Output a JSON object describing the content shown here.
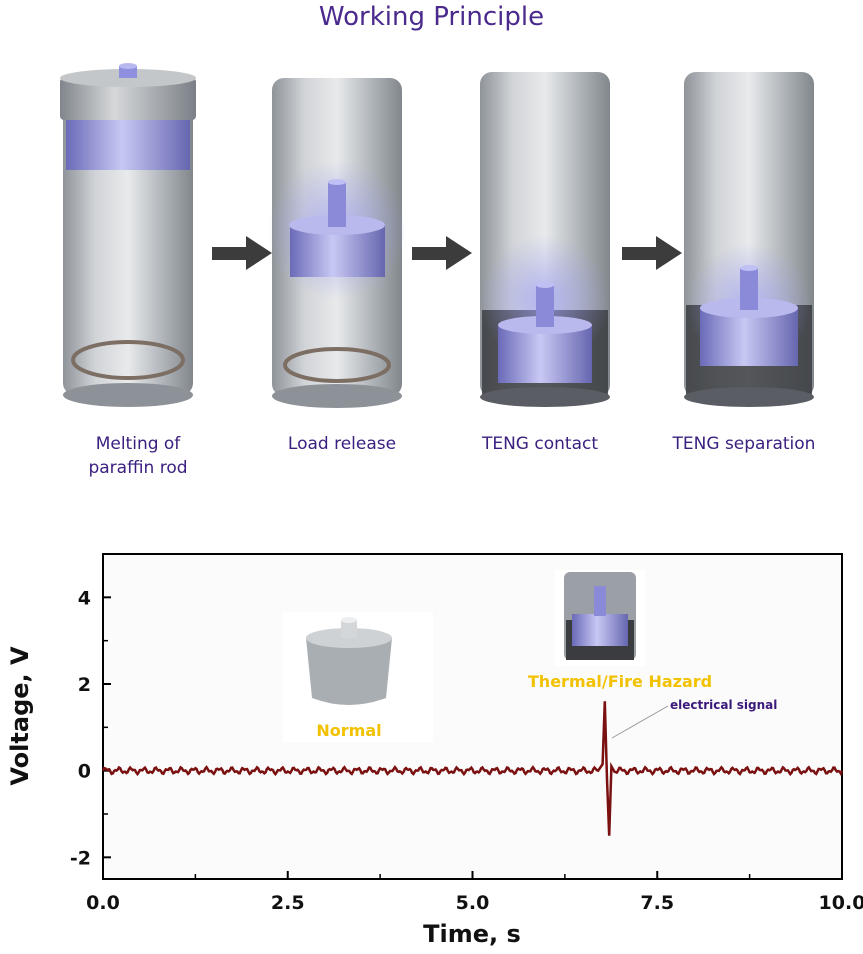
{
  "title": "Working Principle",
  "stages": [
    {
      "label": "Melting of\nparaffin rod"
    },
    {
      "label": "Load release"
    },
    {
      "label": "TENG contact"
    },
    {
      "label": "TENG separation"
    }
  ],
  "colors": {
    "title": "#4a2a8c",
    "labels": "#3c2080",
    "cylinder_grey": "#9aa1a8",
    "piston_blue": "#8f8fe0",
    "signal": "#7a1010",
    "annotation_yellow": "#f2c200",
    "annotation_purple": "#3a1a7a"
  },
  "chart_data": {
    "type": "line",
    "xlabel": "Time, s",
    "ylabel": "Voltage, V",
    "xlim": [
      0,
      10
    ],
    "ylim": [
      -2.5,
      5
    ],
    "xticks": [
      "0.0",
      "2.5",
      "5.0",
      "7.5",
      "10.0"
    ],
    "yticks": [
      "-2",
      "0",
      "2",
      "4"
    ],
    "series": [
      {
        "points": [
          [
            0.0,
            0.0
          ],
          [
            6.7,
            0.0
          ],
          [
            6.76,
            0.15
          ],
          [
            6.79,
            1.6
          ],
          [
            6.82,
            -0.2
          ],
          [
            6.85,
            -1.5
          ],
          [
            6.88,
            0.1
          ],
          [
            6.92,
            0.0
          ],
          [
            10.0,
            0.0
          ]
        ]
      }
    ],
    "annotations": [
      {
        "text": "Normal"
      },
      {
        "text": "Thermal/Fire Hazard"
      },
      {
        "text": "electrical signal"
      }
    ]
  }
}
